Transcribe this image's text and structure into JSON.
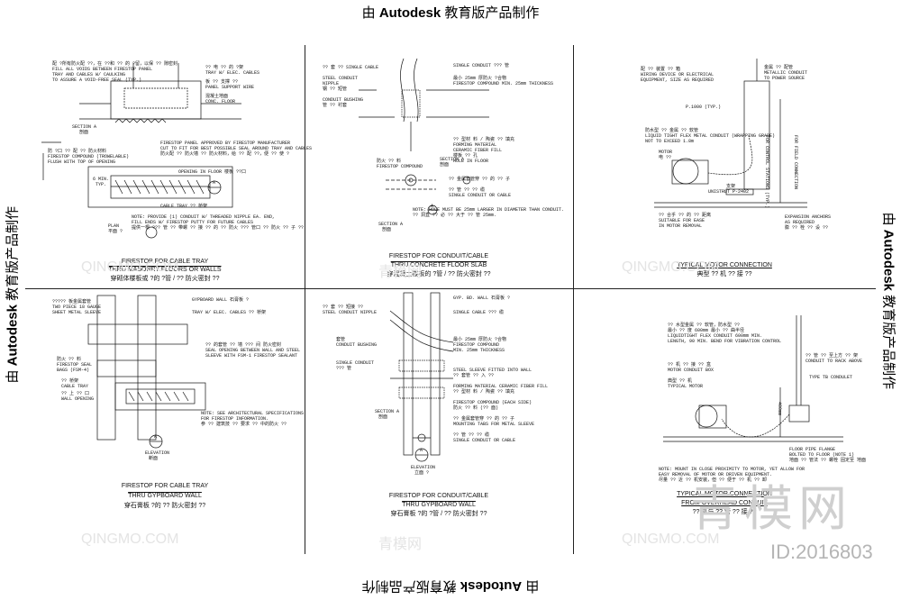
{
  "stamp": {
    "prefix": "由 ",
    "brand": "Autodesk",
    "suffix": " 教育版产品制作"
  },
  "panels": {
    "p1": {
      "title1": "FIRESTOP FOR CABLE TRAY",
      "title2": "THRU MASONRY FLOORS OR WALLS",
      "title3": "穿砌体楼板或 ?的 ?管 / ?? 防火密封 ??",
      "notes": [
        "配 ?所有防火配 ??，在 ??和 ?? 的 ?留，以保 ?? 隙密封",
        "FILL ALL VOIDS BETWEEN FIRESTOP PANEL",
        "TRAY AND CABLES W/ CAULKING",
        "TO ASSURE A VOID-FREE SEAL (TYP.)",
        "?? 电 ?? 的 ?架",
        "TRAY W/ ELEC. CABLES",
        "板 ?? 支撑 ??",
        "PANEL SUPPORT WIRE",
        "混凝土地面",
        "CONC. FLOOR",
        "SECTION A",
        "剖面",
        "FIRESTOP PANEL APPROVED BY FIRESTOP MANUFACTURER",
        "CUT TO FIT FOR BEST POSSIBLE SEAL AROUND TRAY AND CABLES",
        "防火配 ?? 防火墙 ?? 防火材料，给 ?? 配 ??，便 ?? 使 ?",
        "防 ?口 ?? 配 ?? 防火材料",
        "FIRESTOP COMPOUND (TROWELABLE)",
        "FLUSH WITH TOP OF OPENING",
        "OPENING IN FLOOR 楼板 ??口",
        "6 MIN.",
        "TYP.",
        "CABLE TRAY ?? 桥架",
        "A",
        "NOTE: PROVIDE (1) CONDUIT W/ THREADED NIPPLE EA. END,",
        "FILL ENDS W/ FIRESTOP PUTTY FOR FUTURE CABLES",
        "提供一根 ??? 管 ?? 带螺 ?? 接 ?? 的 ?? 防火 ??? 管口 ?? 防火 ?? 子 ??",
        "PLAN",
        "平面 ?"
      ]
    },
    "p2": {
      "title1": "FIRESTOP FOR CONDUIT/CABLE",
      "title2": "THRU CONCRETE FLOOR SLAB",
      "title3": "穿混凝土楼板的 ?管 / ?? 防火密封 ??",
      "notes": [
        "?? 套 ?? SINGLE CABLE",
        "SINGLE CONDUIT ??? 管",
        "STEEL CONDUIT",
        "NIPPLE",
        "钢 ?? 短管",
        "CONDUIT BUSHING",
        "管 ?? 衬套",
        "最小 25mm 厚防火 ?合物",
        "FIRESTOP COMPOUND MIN. 25mm THICKNESS",
        "?? 型材 料 / 陶瓷 ?? 填充",
        "FORMING MATERIAL",
        "CERAMIC FIBER FILL",
        "防火 ?? 料",
        "FIRESTOP COMPOUND",
        "楼板 ?? 孔",
        "HOLE IN FLOOR",
        "SECTION A",
        "剖面",
        "?? 金属套管穿 ?? 的 ?? 子",
        "?? 管 ?? ?? 缆",
        "SINGLE CONDUIT OR CABLE",
        "A",
        "NOTE: HOLE MUST BE 25mm LARGER IN DIAMETER THAN CONDUIT.",
        "?? 洞直 ?? 必 ?? 大于 ?? 管 25mm.",
        "SECTION A",
        "剖面"
      ]
    },
    "p3": {
      "title1": "TYPICAL MOTOR CONNECTION",
      "title2": "典型 ?? 机 ?? 接 ??",
      "notes": [
        "配 ?? 装置 ?? 箱",
        "WIRING DEVICE OR ELECTRICAL",
        "EQUIPMENT, SIZE AS REQUIRED",
        "金属 ?? 配管",
        "METALLIC CONDUIT",
        "TO POWER SOURCE",
        "P.1000 (TYP.)",
        "防水型 ?? 金属 ?? 软管",
        "LIQUID TIGHT FLEX METAL CONDUIT (WRAPPING GRADE)",
        "NOT TO EXCEED 1.8m",
        "MOTOR",
        "电 ??",
        "UNISTRUT P-2402",
        "支架",
        "?? 合乎 ?? 的 ?? 距离",
        "SUITABLE FOR EASE",
        "IN MOTOR REMOVAL",
        "EXPANSION ANCHORS",
        "AS REQUIRED",
        "膨 ?? 栓 ?? 设 ??",
        "FOR CONTROL STATIONS (TYP.)",
        "FOR FIELD CONNECTION"
      ]
    },
    "p4": {
      "title1": "FIRESTOP FOR CABLE TRAY",
      "title2": "THRU GYPBOARD WALL",
      "title3": "穿石膏板 ?的 ?? 防火密封 ??",
      "notes": [
        "????? 板金属套管",
        "TWO PIECE 18 GAUGE",
        "SHEET METAL SLEEVE",
        "GYPBOARD WALL 石膏板 ?",
        "TRAY W/ ELEC. CABLES ?? 桥架",
        "防火 ?? 料",
        "FIRESTOP SEAL",
        "BAGS (FSM-4)",
        "?? 桥架",
        "CABLE TRAY",
        "?? 上 ?? 口",
        "WALL OPENING",
        "?? 的套管 ?? 墙 ??? 间 防火密封",
        "SEAL OPENING BETWEEN WALL AND STEEL",
        "SLEEVE WITH FSM-1 FIRESTOP SEALANT",
        "NOTE: SEE ARCHITECTURAL SPECIFICATIONS",
        "FOR FIRESTOP INFORMATION.",
        "参 ?? 建筑技 ?? 要求 ?? 中的防火 ??",
        "A",
        "ELEVATION",
        "断面"
      ]
    },
    "p5": {
      "title1": "FIRESTOP FOR CONDUIT/CABLE",
      "title2": "THRU GYPBOARD WALL",
      "title3": "穿石膏板 ?的 ?管 / ?? 防火密封 ??",
      "notes": [
        "?? 套 ?? 短接 ??",
        "STEEL CONDUIT NIPPLE",
        "GYP. BD. WALL 石膏板 ?",
        "SINGLE CABLE ??? 缆",
        "套管",
        "CONDUIT BUSHING",
        "最小 25mm 厚防火 ?合物",
        "FIRESTOP COMPOUND",
        "MIN. 25mm THICKNESS",
        "SINGLE CONDUIT",
        "??? 管",
        "STEEL SLEEVE FITTED INTO WALL",
        "?? 套管 ?? 入 ??",
        "FORMING MATERIAL CERAMIC FIBER FILL",
        "?? 型材 料 / 陶瓷 ?? 填充",
        "FIRESTOP COMPOUND (EACH SIDE)",
        "防火 ?? 料 (?? 面)",
        "?? 金属套管穿 ?? 的 ?? 子",
        "MOUNTING TABS FOR METAL SLEEVE",
        "?? 管 ?? ?? 缆",
        "SINGLE CONDUIT OR CABLE",
        "SECTION A",
        "剖面",
        "A",
        "ELEVATION",
        "立面 ?"
      ]
    },
    "p6": {
      "title1": "TYPICAL MOTOR CONNECTION",
      "title2": "FROM OVERHEAD CONDUIT",
      "title3": "?? 机与 ?? 管 ?? 接 ??",
      "notes": [
        "?? 水型金属 ?? 软管，防水型 ??",
        "最小 ?? 度 600mm 最小 ?? 曲半径",
        "LIQUIDTIGHT FLEX CONDUIT 600mm MIN.",
        "LENGTH, 90 MIN. BEND FOR VIBRATION CONTROL",
        "?? 管 ?? 至上方 ?? 架",
        "CONDUIT TO RACK ABOVE",
        "?? 机 ?? 接 ?? 盒",
        "MOTOR CONDUIT BOX",
        "TYPE TB CONDULET",
        "典型 ?? 机",
        "TYPICAL MOTOR",
        "FLOOR PIPE FLANGE",
        "BOLTED TO FLOOR (NOTE 1)",
        "地面 ?? 管法 ?? 螺栓 固定至 地面",
        "NOTE: MOUNT IN CLOSE PROXIMITY TO MOTOR, YET ALLOW FOR",
        "EASY REMOVAL OF MOTOR OR DRIVEN EQUIPMENT.",
        "尽量 ?? 近 ?? 机安装，但 ?? 便于 ?? 机 ?? 卸",
        "400mm"
      ]
    }
  },
  "watermarks": {
    "site": "QINGMO.COM",
    "brand": "青模网",
    "id": "ID:2016803"
  }
}
